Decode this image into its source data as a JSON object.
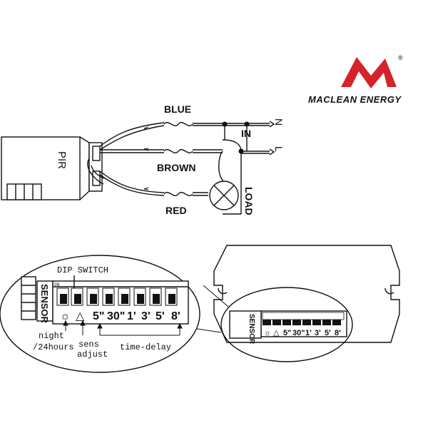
{
  "brand": {
    "name": "MACLEAN ENERGY",
    "registered": "®",
    "colors": {
      "red": "#d4232a",
      "black": "#111111"
    }
  },
  "wiring": {
    "device_label": "PIR",
    "wires": [
      "BLUE",
      "BROWN",
      "RED"
    ],
    "input_label": "IN",
    "terminal_n": "N",
    "terminal_l": "L",
    "load_label": "LOAD"
  },
  "dip_panel": {
    "title": "DIP SWITCH",
    "sensor_label": "SENSOR",
    "on_label": "ON",
    "positions": [
      "5\"",
      "30\"",
      "1'",
      "3'",
      "5'",
      "8'"
    ],
    "night_label_1": "night",
    "night_label_2": "/24hours",
    "sens_label_1": "sens",
    "sens_label_2": "adjust",
    "delay_label": "time-delay"
  },
  "module": {
    "sensor_label": "SENSOR",
    "positions": [
      "5\"",
      "30\"",
      "1'",
      "3'",
      "5'",
      "8'"
    ]
  }
}
